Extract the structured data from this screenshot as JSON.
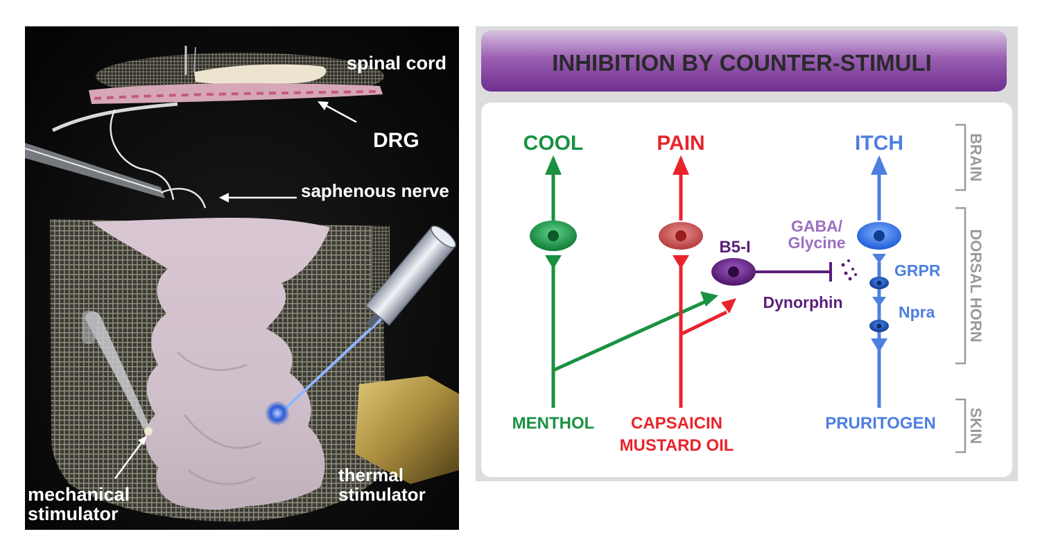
{
  "photo": {
    "labels": {
      "spinal_cord": "spinal cord",
      "drg": "DRG",
      "saphenous_nerve": "saphenous nerve",
      "thermal_line1": "thermal",
      "thermal_line2": "stimulator",
      "mechanical_line1": "mechanical",
      "mechanical_line2": "stimulator"
    }
  },
  "diagram": {
    "title": "INHIBITION BY COUNTER-STIMULI",
    "top_labels": {
      "cool": "COOL",
      "pain": "PAIN",
      "itch": "ITCH"
    },
    "region_labels": {
      "brain": "BRAIN",
      "dorsal_horn": "DORSAL HORN",
      "skin": "SKIN"
    },
    "neuron_labels": {
      "b5i": "B5-I",
      "gaba_line1": "GABA/",
      "gaba_line2": "Glycine",
      "dynorphin": "Dynorphin",
      "grpr": "GRPR",
      "npra": "Npra"
    },
    "stimulus_labels": {
      "menthol": "MENTHOL",
      "capsaicin": "CAPSAICIN",
      "mustard_oil": "MUSTARD OIL",
      "pruritogen": "PRURITOGEN"
    },
    "colors": {
      "cool": "#1a9140",
      "pain": "#e8242b",
      "itch": "#4d7fe0",
      "inhibitory": "#5a1d78",
      "gaba": "#9a6fc0",
      "title_bar": "#7d3c98",
      "region_text": "#9a9a9a"
    }
  }
}
